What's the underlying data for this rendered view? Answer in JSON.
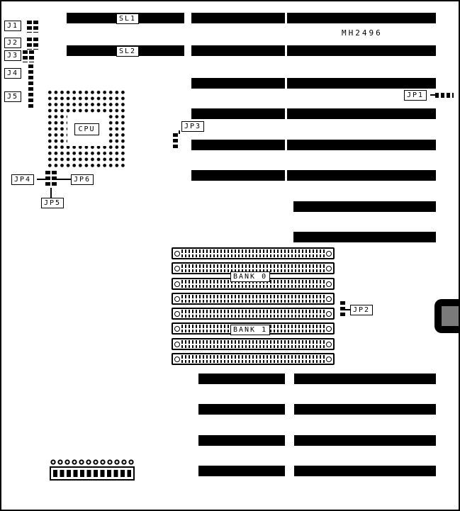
{
  "board": {
    "model": "MH2496",
    "colors": {
      "ink": "#000000",
      "background": "#ffffff"
    }
  },
  "cpu": {
    "label": "CPU"
  },
  "slot_labels": {
    "sl1": "SL1",
    "sl2": "SL2"
  },
  "memory": {
    "bank0_label": "BANK 0",
    "bank1_label": "BANK 1"
  },
  "jumper_labels": {
    "j1": "J1",
    "j2": "J2",
    "j3": "J3",
    "j4": "J4",
    "j5": "J5",
    "jp1": "JP1",
    "jp2": "JP2",
    "jp3": "JP3",
    "jp4": "JP4",
    "jp5": "JP5",
    "jp6": "JP6"
  }
}
